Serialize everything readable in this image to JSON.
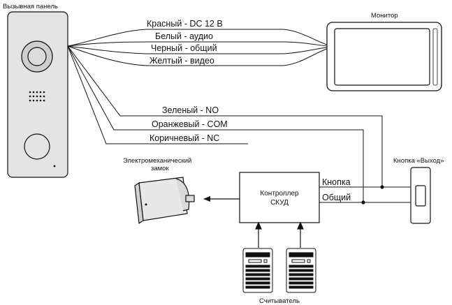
{
  "devices": {
    "call_panel": "Вызывная панель",
    "monitor": "Монитор",
    "exit_button": "Кнопка «Выход»",
    "lock_line1": "Электромеханический",
    "lock_line2": "замок",
    "controller_line1": "Контроллер",
    "controller_line2": "СКУД",
    "reader": "Считыватель"
  },
  "wires": {
    "red": "Красный - DC 12 В",
    "white": "Белый - аудио",
    "black": "Черный - общий",
    "yellow": "Желтый - видео",
    "green": "Зеленый - NO",
    "orange": "Оранжевый - COM",
    "brown": "Коричневый - NC"
  },
  "controller_terminals": {
    "button": "Кнопка",
    "common": "Общий"
  },
  "colors": {
    "line": "#111111",
    "panel_body": "#e4e4e4",
    "background": "#ffffff"
  }
}
